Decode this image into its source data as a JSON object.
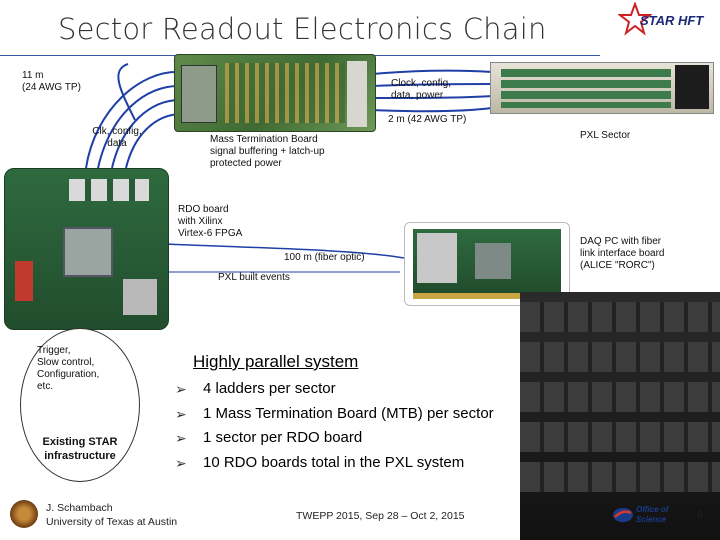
{
  "header": {
    "title": "Sector Readout Electronics Chain",
    "logo_text": "STAR HFT"
  },
  "labels": {
    "cable_11m_line1": "11 m",
    "cable_11m_line2": "(24 AWG TP)",
    "clk_line1": "Clk, config,",
    "clk_line2": "data",
    "clock_line1": "Clock, config,",
    "clock_line2": "data, power",
    "cable_2m": "2 m (42 AWG TP)",
    "pxl_sector": "PXL Sector",
    "mtb_line1": "Mass Termination Board",
    "mtb_line2": "signal buffering + latch-up",
    "mtb_line3": "protected power",
    "rdo_line1": "RDO board",
    "rdo_line2": "with Xilinx",
    "rdo_line3": "Virtex-6 FPGA",
    "fiber": "100 m (fiber optic)",
    "pxl_events": "PXL built events",
    "daq_line1": "DAQ PC with fiber",
    "daq_line2": "link interface board",
    "daq_line3": "(ALICE \"RORC\")"
  },
  "trigger_box": {
    "line1": "Trigger,",
    "line2": "Slow control,",
    "line3": "Configuration,",
    "line4": "etc.",
    "bold1": "Existing STAR",
    "bold2": "infrastructure"
  },
  "highlights": {
    "heading": "Highly parallel system",
    "items": [
      "4 ladders per sector",
      "1 Mass Termination Board (MTB) per sector",
      "1 sector per RDO board",
      "10 RDO boards total in the PXL system"
    ]
  },
  "footer": {
    "author_line1": "J. Schambach",
    "author_line2": "University of Texas at Austin",
    "conference": "TWEPP 2015, Sep 28 – Oct 2, 2015",
    "office_line1": "Office of",
    "office_line2": "Science",
    "page": "6"
  },
  "colors": {
    "accent": "#3a57a8",
    "cable_blue": "#1f3fa6",
    "star_red": "#cc2222"
  }
}
